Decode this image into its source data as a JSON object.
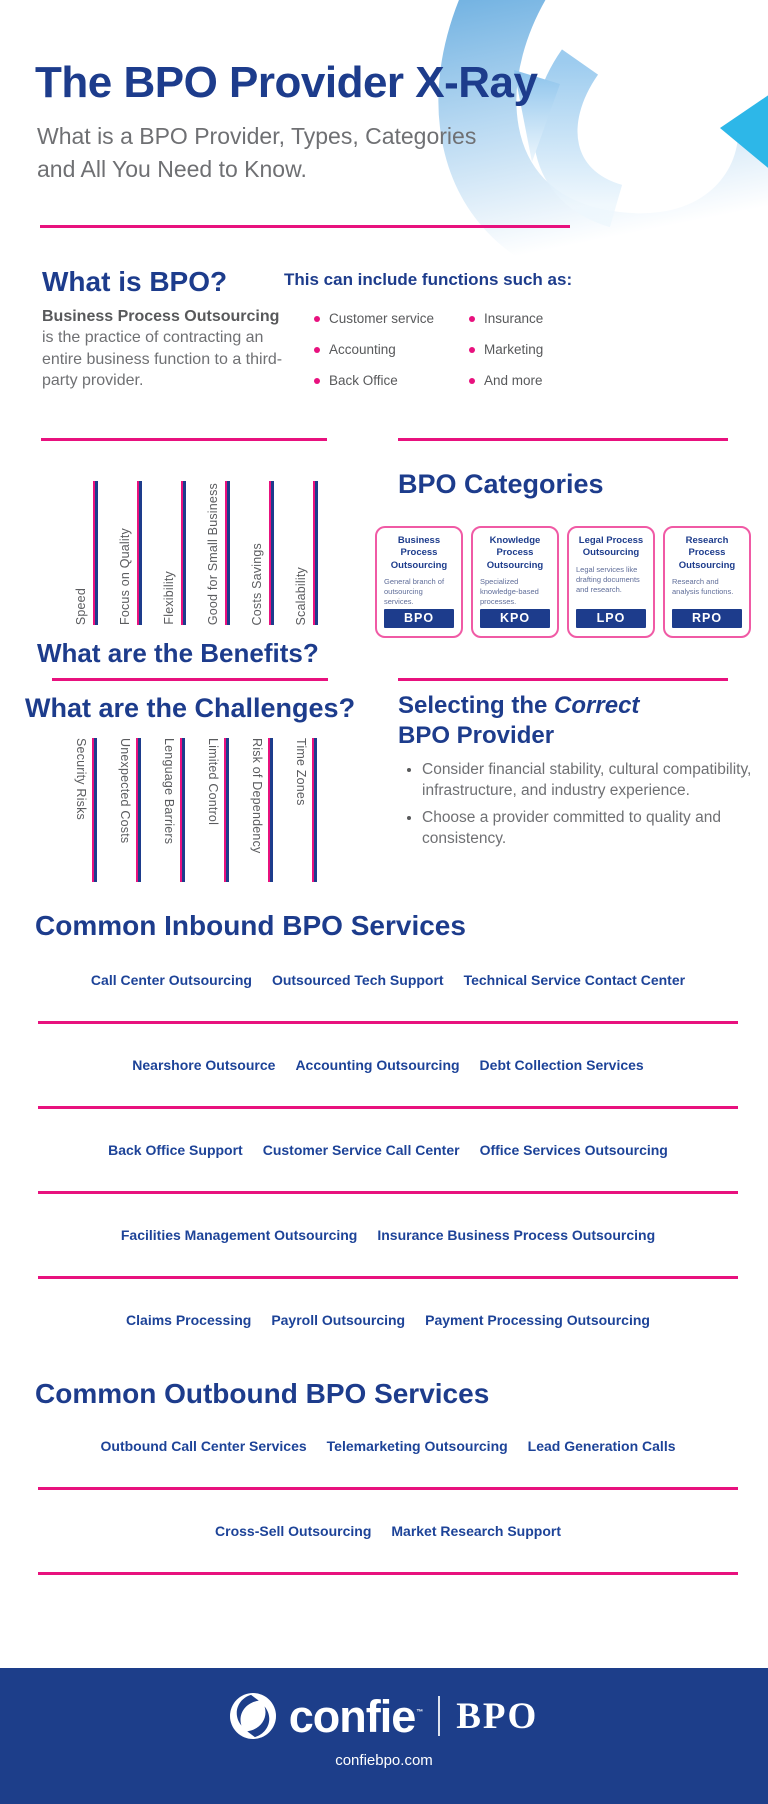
{
  "colors": {
    "navy": "#1d3c8c",
    "magenta": "#e8117e",
    "card_border_pink": "#f05aa5",
    "slate_text": "#5f6d99",
    "body_gray": "#6f7073",
    "footer_navy": "#1d3e8a",
    "cyan_accent": "#2db7e8",
    "swirl_blue": "#5ea7dd"
  },
  "header": {
    "title": "The BPO Provider X-Ray",
    "subtitle": "What is a BPO Provider, Types, Categories and All You Need to Know."
  },
  "what_is_bpo": {
    "heading": "What is BPO?",
    "body_lead": "Business Process Outsourcing",
    "body_rest": " is the practice of contracting an entire business function to a third-party provider.",
    "functions_heading": "This can include functions such as:",
    "functions_col1": [
      "Customer service",
      "Accounting",
      "Back Office"
    ],
    "functions_col2": [
      "Insurance",
      "Marketing",
      "And more"
    ]
  },
  "benefits": {
    "heading": "What are the Benefits?",
    "items": [
      "Speed",
      "Focus on Quality",
      "Flexibility",
      "Good for Small Business",
      "Costs Savings",
      "Scalability"
    ]
  },
  "categories": {
    "heading": "BPO Categories",
    "cards": [
      {
        "title": "Business Process Outsourcing",
        "description": "General branch of outsourcing services.",
        "badge": "BPO"
      },
      {
        "title": "Knowledge Process Outsourcing",
        "description": "Specialized knowledge-based processes.",
        "badge": "KPO"
      },
      {
        "title": "Legal Process Outsourcing",
        "description": "Legal services like drafting documents and research.",
        "badge": "LPO"
      },
      {
        "title": "Research Process Outsourcing",
        "description": "Research and analysis functions.",
        "badge": "RPO"
      }
    ]
  },
  "challenges": {
    "heading": "What are the Challenges?",
    "items": [
      "Security Risks",
      "Unexpected Costs",
      "Lenguage Barriers",
      "Limited Control",
      "Risk of Dependency",
      "Time Zones"
    ]
  },
  "selecting": {
    "heading_pre": "Selecting the ",
    "heading_emphasis": "Correct",
    "heading_line2": "BPO Provider",
    "bullets": [
      "Consider financial stability, cultural compatibility, infrastructure, and industry experience.",
      "Choose a provider committed to quality and consistency."
    ]
  },
  "inbound": {
    "heading": "Common Inbound BPO Services",
    "rows": [
      [
        "Call Center Outsourcing",
        "Outsourced Tech Support",
        "Technical Service Contact Center"
      ],
      [
        "Nearshore Outsource",
        "Accounting Outsourcing",
        "Debt Collection Services"
      ],
      [
        "Back Office Support",
        "Customer Service Call Center",
        "Office Services Outsourcing"
      ],
      [
        "Facilities Management Outsourcing",
        "Insurance Business Process Outsourcing"
      ],
      [
        "Claims Processing",
        "Payroll Outsourcing",
        "Payment Processing Outsourcing"
      ]
    ]
  },
  "outbound": {
    "heading": "Common Outbound BPO Services",
    "rows": [
      [
        "Outbound Call Center Services",
        "Telemarketing Outsourcing",
        "Lead Generation Calls"
      ],
      [
        "Cross-Sell Outsourcing",
        "Market Research Support"
      ]
    ]
  },
  "footer": {
    "brand": "confie",
    "trademark": "™",
    "brand_suffix": "BPO",
    "url": "confiebpo.com"
  }
}
